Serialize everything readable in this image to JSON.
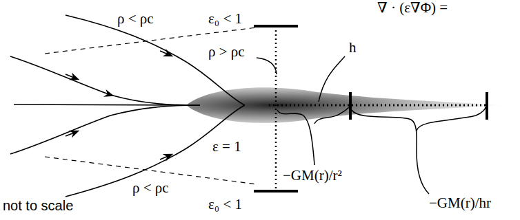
{
  "diagram": {
    "labels": [
      "∇ · (ε∇Φ) =",
      "ρ < ρc",
      "ε₀ < 1",
      "ρ > ρc",
      "h",
      "ε = 1",
      "−GM(r)/r²",
      "ρ < ρc",
      "ε₀ < 1",
      "−GM(r)/hr",
      "not to scale"
    ]
  }
}
